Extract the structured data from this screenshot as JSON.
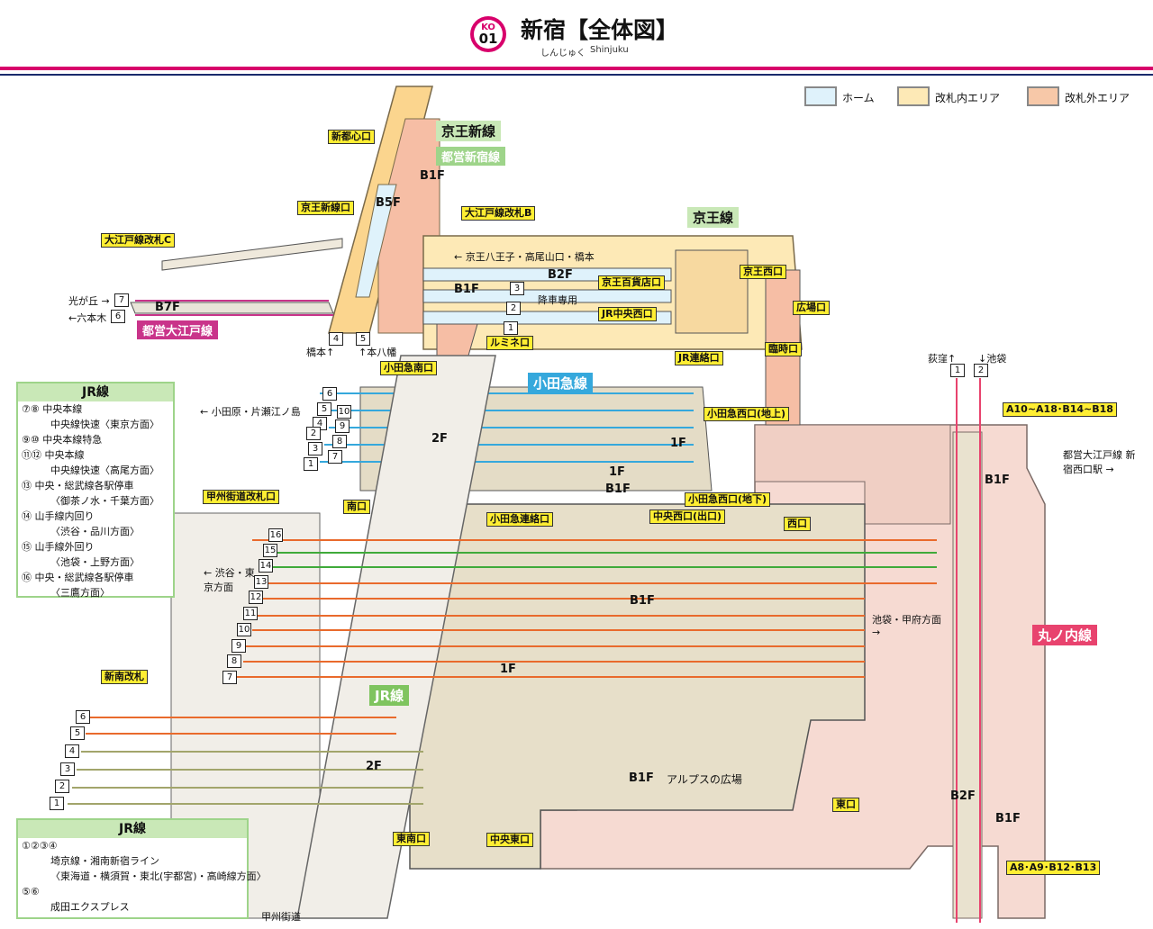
{
  "header": {
    "line_code": "KO",
    "station_number": "01",
    "title": "新宿【全体図】",
    "reading": "しんじゅく",
    "romaji": "Shinjuku"
  },
  "colors": {
    "platform": "#dff2fb",
    "paid_area": "#fde9b6",
    "unpaid_area": "#f7c8a8",
    "keio": "#d8006b",
    "jr": "#7fc45f",
    "odakyu": "#35a8dc",
    "oedo": "#c9348a",
    "marunouchi": "#e8436e",
    "label_yellow": "#ffee33"
  },
  "legend": {
    "platform": "ホーム",
    "paid_area": "改札内エリア",
    "unpaid_area": "改札外エリア"
  },
  "lines": {
    "keio_new": "京王新線",
    "oedo_shinjuku": "都営新宿線",
    "keio": "京王線",
    "oedo": "都営大江戸線",
    "odakyu": "小田急線",
    "jr": "JR線",
    "marunouchi": "丸ノ内線"
  },
  "exits": {
    "shintoshin": "新都心口",
    "keio_new": "京王新線口",
    "oedo_gate_b": "大江戸線改札B",
    "oedo_gate_c": "大江戸線改札C",
    "keio_depart": "京王百貨店口",
    "keio_west": "京王西口",
    "hiroba": "広場口",
    "jr_central_west": "JR中央西口",
    "rinji": "臨時口",
    "jr_renraku": "JR連絡口",
    "lumine": "ルミネ口",
    "odakyu_south": "小田急南口",
    "odakyu_west_ground": "小田急西口(地上)",
    "odakyu_west_under": "小田急西口(地下)",
    "odakyu_renraku": "小田急連絡口",
    "central_west_exit": "中央西口(出口)",
    "west": "西口",
    "koshu_gate": "甲州街道改札口",
    "south": "南口",
    "shin_minami": "新南改札",
    "east": "東口",
    "central_east": "中央東口",
    "east_south": "東南口",
    "marunouchi_a10": "A10~A18･B14~B18",
    "marunouchi_a8": "A8･A9･B12･B13"
  },
  "floors": {
    "b1f": "B1F",
    "b5f": "B5F",
    "b7f": "B7F",
    "b2f": "B2F",
    "f2": "2F",
    "f1": "1F",
    "alps": "アルプスの広場"
  },
  "platform_numbers": {
    "keio_new_5": "5",
    "keio_new_4": "4",
    "oedo_7": "7",
    "oedo_6": "6",
    "keio_3": "3",
    "keio_2": "2",
    "keio_1": "1",
    "marunouchi_1": "1",
    "marunouchi_2": "2",
    "od_6": "6",
    "od_5": "5",
    "od_4": "4",
    "od_3": "3",
    "od_2": "2",
    "od_1": "1",
    "od_10": "10",
    "od_9": "9",
    "od_8": "8",
    "od_7": "7",
    "jr_16": "16",
    "jr_15": "15",
    "jr_14": "14",
    "jr_13": "13",
    "jr_12": "12",
    "jr_11": "11",
    "jr_10": "10",
    "jr_9": "9",
    "jr_8": "8",
    "jr_7": "7",
    "jr_6": "6",
    "jr_5": "5",
    "jr_4": "4",
    "jr_3": "3",
    "jr_2": "2",
    "jr_1": "1"
  },
  "directions": {
    "keio_line": "← 京王八王子・高尾山口・橋本",
    "alighting_only": "降車専用",
    "hikarigaoka": "光が丘 →",
    "roppongi": "←六本木",
    "hashimoto": "橋本↑",
    "motoyawata": "↑本八幡",
    "odawara": "← 小田原・片瀬江ノ島",
    "shibuya": "← 渋谷・東京方面",
    "ikebukuro_kofu": "池袋・甲府方面 →",
    "ogikubo": "荻窪↑",
    "ikebukuro": "↓池袋",
    "oedo_nishi": "都営大江戸線 新宿西口駅 →",
    "koshu_kaido": "甲州街道"
  },
  "jr_box1": {
    "title": "JR線",
    "rows": [
      {
        "nums": "⑦⑧",
        "text": "中央本線"
      },
      {
        "nums": "",
        "text": "中央線快速〈東京方面〉"
      },
      {
        "nums": "⑨⑩",
        "text": "中央本線特急"
      },
      {
        "nums": "⑪⑫",
        "text": "中央本線"
      },
      {
        "nums": "",
        "text": "中央線快速〈高尾方面〉"
      },
      {
        "nums": "⑬",
        "text": "中央・総武線各駅停車"
      },
      {
        "nums": "",
        "text": "〈御茶ノ水・千葉方面〉"
      },
      {
        "nums": "⑭",
        "text": "山手線内回り"
      },
      {
        "nums": "",
        "text": "〈渋谷・品川方面〉"
      },
      {
        "nums": "⑮",
        "text": "山手線外回り"
      },
      {
        "nums": "",
        "text": "〈池袋・上野方面〉"
      },
      {
        "nums": "⑯",
        "text": "中央・総武線各駅停車"
      },
      {
        "nums": "",
        "text": "〈三鷹方面〉"
      }
    ]
  },
  "jr_box2": {
    "title": "JR線",
    "rows": [
      {
        "nums": "①②③④",
        "text": ""
      },
      {
        "nums": "",
        "text": "埼京線・湘南新宿ライン"
      },
      {
        "nums": "",
        "text": "〈東海道・横須賀・東北(宇都宮)・高崎線方面〉"
      },
      {
        "nums": "⑤⑥",
        "text": ""
      },
      {
        "nums": "",
        "text": "成田エクスプレス"
      }
    ]
  }
}
